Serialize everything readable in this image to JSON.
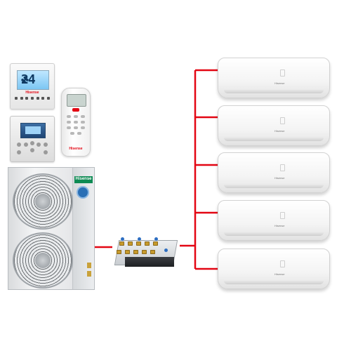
{
  "wall_controller_1": {
    "display_temp": "24",
    "brand": "Hisense"
  },
  "remote": {
    "brand": "Hisense"
  },
  "outdoor_unit": {
    "logo": "Hisense"
  },
  "indoor_units": [
    {
      "brand": "Hisense"
    },
    {
      "brand": "Hisense"
    },
    {
      "brand": "Hisense"
    },
    {
      "brand": "Hisense"
    },
    {
      "brand": "Hisense"
    }
  ],
  "colors": {
    "pipe": "#e30613",
    "brand_red": "#e30613",
    "logo_green": "#0d8a53"
  }
}
